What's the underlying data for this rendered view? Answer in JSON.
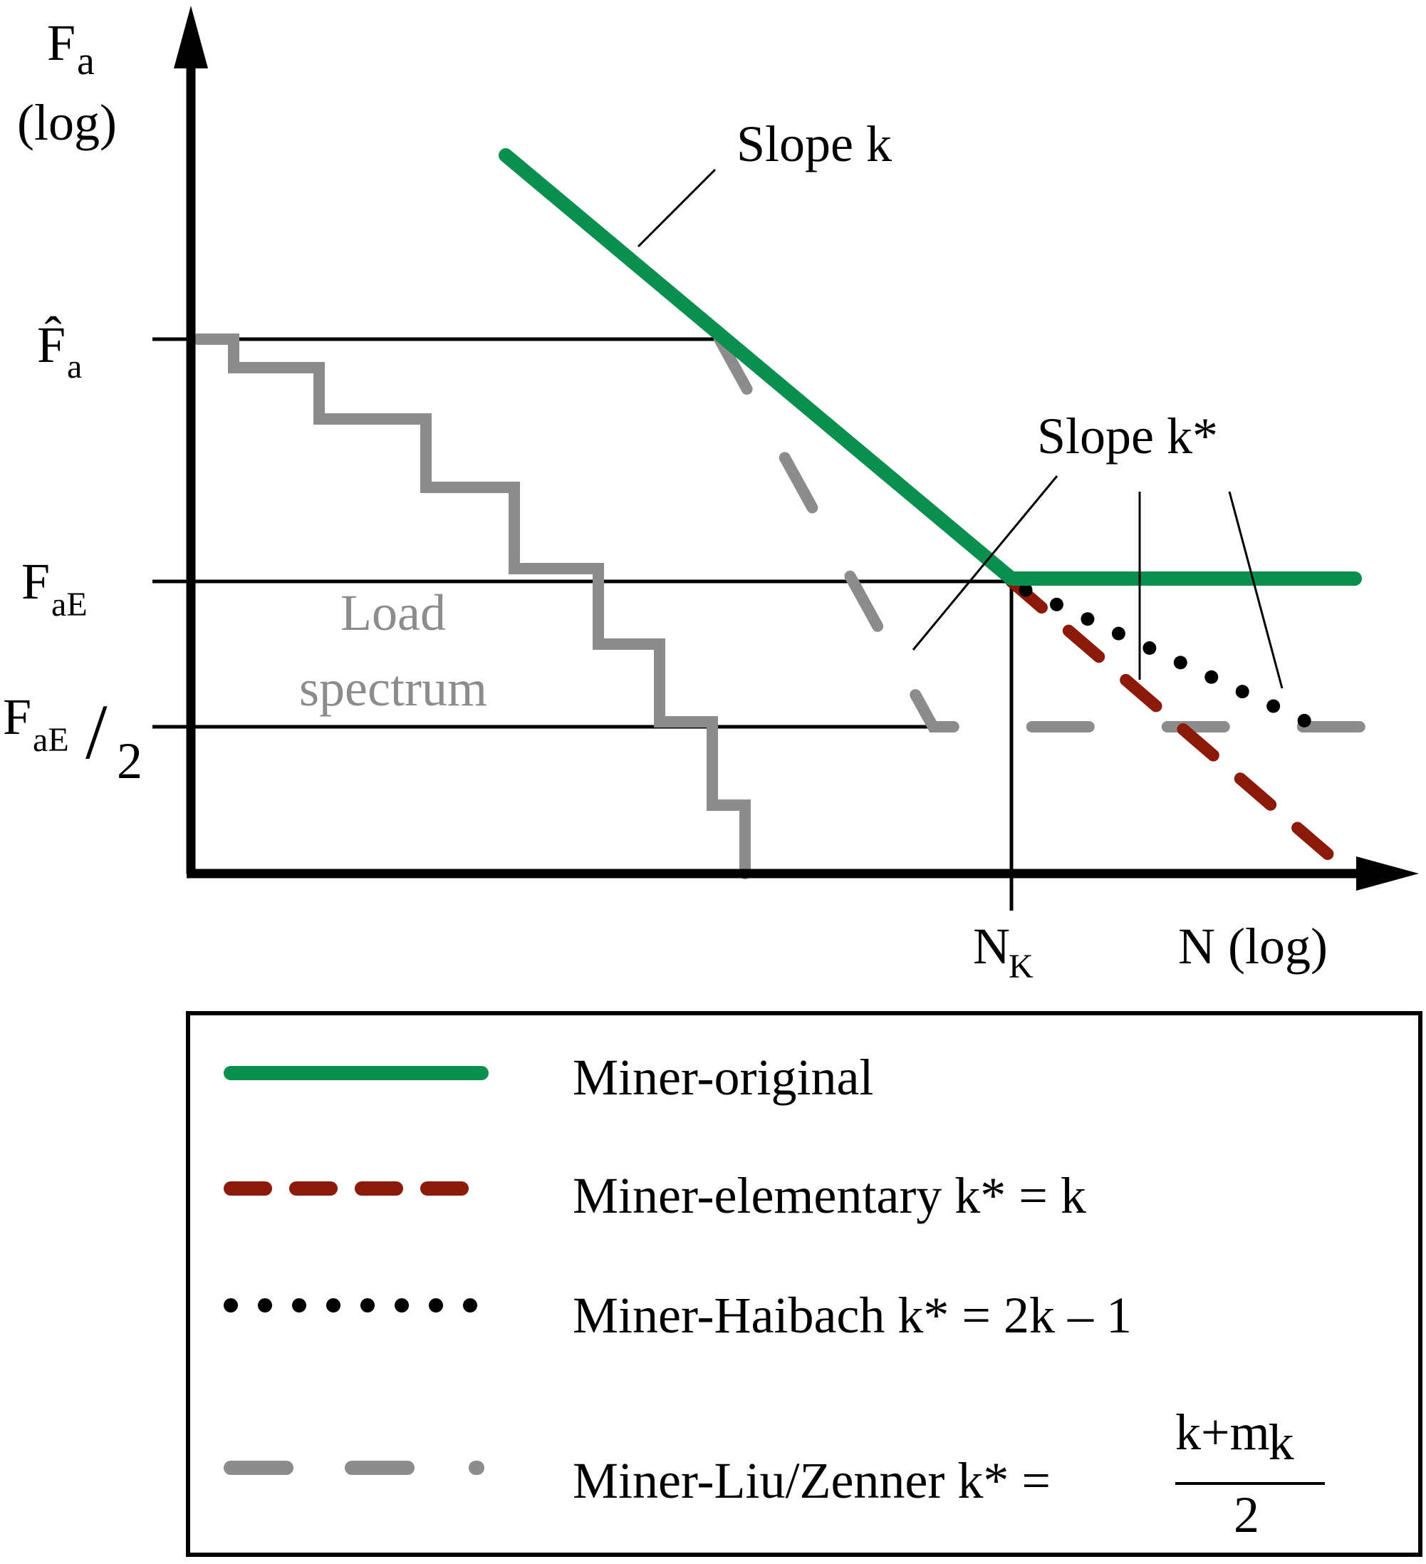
{
  "axes": {
    "y_label_main": "F",
    "y_label_sub": "a",
    "y_label_scale": "(log)",
    "x_label": "N (log)"
  },
  "y_ticks": {
    "fa_hat_main": "F̂",
    "fa_hat_sub": "a",
    "fae_main": "F",
    "fae_sub": "aE",
    "fae_half_main": "F",
    "fae_half_sub": "aE",
    "fae_half_slash": "/",
    "fae_half_denominator": "2"
  },
  "x_ticks": {
    "nk_main": "N",
    "nk_sub": "K"
  },
  "annotations": {
    "slope_k": "Slope k",
    "slope_k_star": "Slope k*",
    "load_spectrum_line1": "Load",
    "load_spectrum_line2": "spectrum"
  },
  "legend": {
    "entries": [
      {
        "label": "Miner-original",
        "color": "#0a8f4f",
        "style": "solid"
      },
      {
        "label": "Miner-elementary k* = k",
        "color": "#8b1a0a",
        "style": "dashed"
      },
      {
        "label": "Miner-Haibach k* = 2k – 1",
        "color": "#000000",
        "style": "dotted"
      },
      {
        "label": "Miner-Liu/Zenner k* =",
        "color": "#8c8c8c",
        "style": "dash-dot",
        "fraction_numerator": "k+m",
        "fraction_numerator_sub": "k",
        "fraction_denominator": "2"
      }
    ]
  },
  "colors": {
    "miner_original": "#0a8f4f",
    "miner_elementary": "#8b1a0a",
    "miner_haibach": "#000000",
    "miner_liu_zenner": "#8c8c8c",
    "load_spectrum": "#8c8c8c",
    "axes": "#000000"
  }
}
